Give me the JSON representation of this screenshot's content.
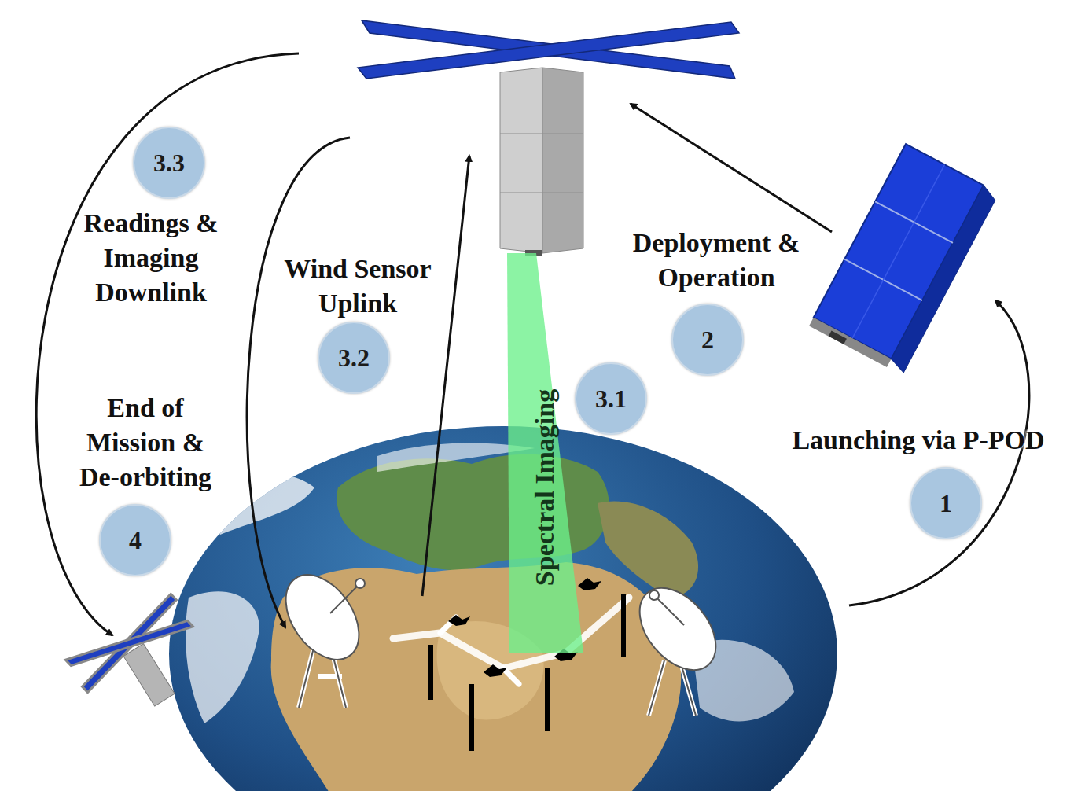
{
  "diagram": {
    "nodes": [
      {
        "text": [
          "3.3"
        ]
      },
      {
        "text": [
          "2"
        ]
      },
      {
        "text": [
          "3.2"
        ]
      },
      {
        "text": [
          "3.1"
        ]
      },
      {
        "text": [
          "Spectral Imaging"
        ]
      },
      {
        "text": [
          "1"
        ]
      },
      {
        "text": [
          "4"
        ]
      }
    ],
    "labels": [
      "Readings & Imaging Downlink",
      "Deployment & Operation",
      "Wind Sensor Uplink",
      "End of Mission & De-orbiting",
      "Launching via P-POD"
    ]
  }
}
